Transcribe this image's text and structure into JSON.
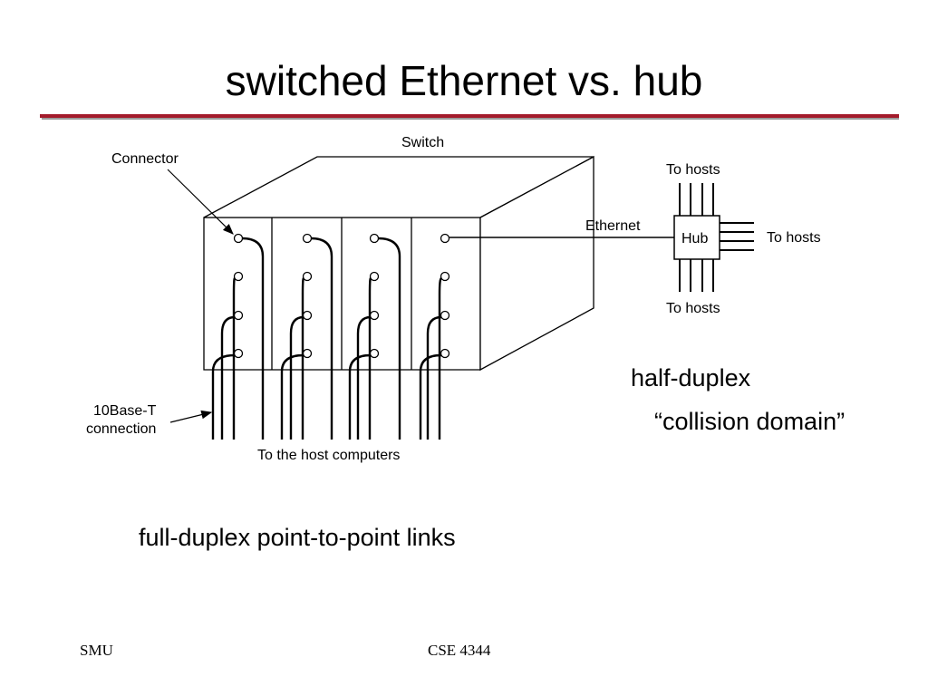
{
  "slide": {
    "title": "switched Ethernet vs. hub"
  },
  "diagram": {
    "switch_label": "Switch",
    "connector_label": "Connector",
    "ethernet_label": "Ethernet",
    "hub_label": "Hub",
    "to_hosts_top": "To hosts",
    "to_hosts_right": "To hosts",
    "to_hosts_bottom": "To hosts",
    "base_t_line1": "10Base-T",
    "base_t_line2": "connection",
    "host_computers_label": "To the host computers"
  },
  "notes": {
    "half_duplex": "half-duplex",
    "collision_domain": "“collision domain”",
    "full_duplex": "full-duplex point-to-point links"
  },
  "footer": {
    "left": "SMU",
    "center": "CSE 4344"
  }
}
